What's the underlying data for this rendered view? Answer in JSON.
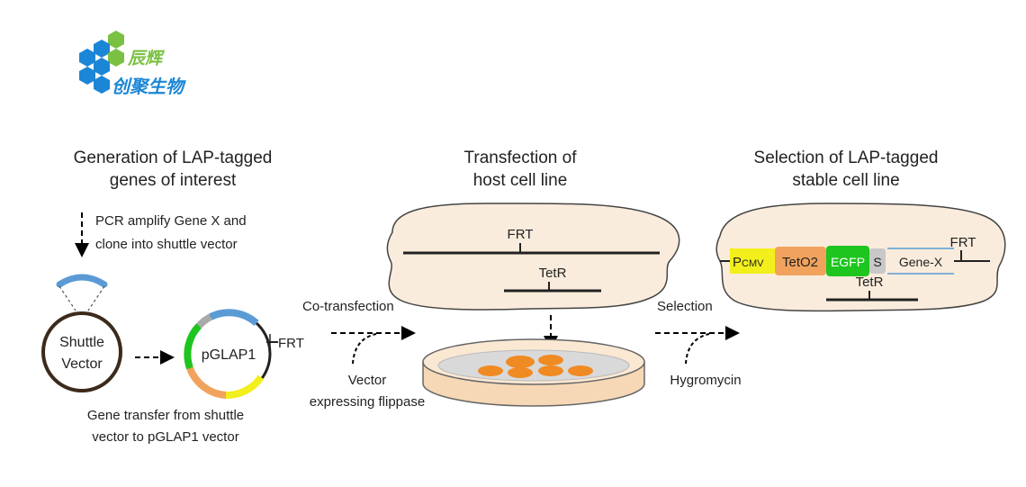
{
  "logo": {
    "text_top": "辰辉",
    "text_bottom": "创聚生物",
    "colors": {
      "blue": "#1b86d6",
      "green": "#7ac143"
    }
  },
  "panels": {
    "generation": {
      "title_line1": "Generation of LAP-tagged",
      "title_line2": "genes of interest"
    },
    "transfection": {
      "title_line1": "Transfection of",
      "title_line2": "host cell line"
    },
    "selection": {
      "title_line1": "Selection of LAP-tagged",
      "title_line2": "stable cell line"
    }
  },
  "step1": {
    "line1": "PCR amplify Gene X and",
    "line2": "clone into shuttle vector"
  },
  "shuttle": {
    "line1": "Shuttle",
    "line2": "Vector"
  },
  "pglap1": {
    "label": "pGLAP1",
    "frt": "FRT"
  },
  "transfer": {
    "line1": "Gene transfer from shuttle",
    "line2": "vector to pGLAP1 vector"
  },
  "cotransfection": {
    "label": "Co-transfection",
    "sub1": "Vector",
    "sub2": "expressing flippase"
  },
  "host_cell": {
    "frt": "FRT",
    "tetr": "TetR"
  },
  "selection_step": {
    "label": "Selection",
    "sub": "Hygromycin"
  },
  "construct": {
    "segments": [
      {
        "id": "pcmv",
        "label_big": "P",
        "label_small": "CMV",
        "color": "#f2ef1c"
      },
      {
        "id": "teto2",
        "label": "TetO2",
        "color": "#f1a35d"
      },
      {
        "id": "egfp",
        "label": "EGFP",
        "color": "#1ec51e"
      },
      {
        "id": "s",
        "label": "S",
        "color": "#c8c8c8"
      },
      {
        "id": "genex",
        "label": "Gene-X"
      }
    ],
    "frt": "FRT",
    "tetr": "TetR"
  },
  "colors": {
    "cell_fill": "#faecdc",
    "dish_fill": "#f6d8b6",
    "colony": "#f08a22",
    "vector_blue": "#5b9bd5",
    "pglap_green": "#1ec51e",
    "pglap_yellow": "#f2ef1c",
    "pglap_orange": "#f1a35d",
    "pglap_gray": "#aaaaaa"
  }
}
